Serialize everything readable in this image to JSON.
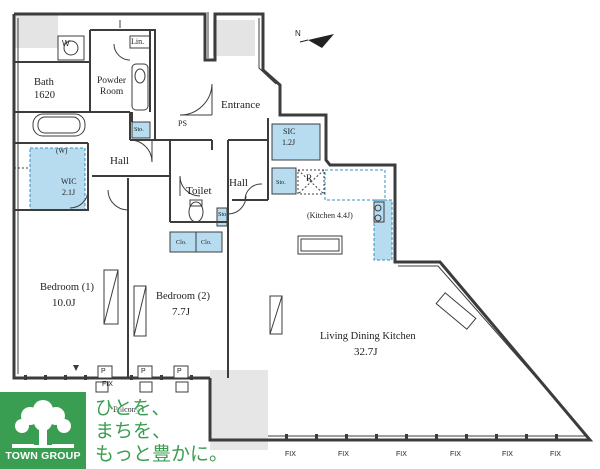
{
  "rooms": {
    "bath": "Bath",
    "bath_size": "1620",
    "powder_room_1": "Powder",
    "powder_room_2": "Room",
    "linen": "Lin.",
    "washer": "W",
    "storage": "Sto.",
    "ps": "PS",
    "entrance": "Entrance",
    "sic": "SIC",
    "sic_size": "1.2J",
    "w_mark": "(W)",
    "wic": "WIC",
    "wic_size": "2.1J",
    "hall": "Hall",
    "toilet": "Toilet",
    "refrigerator": "R",
    "kitchen": "(Kitchen 4.4J)",
    "closet": "Clo.",
    "bedroom1": "Bedroom (1)",
    "bedroom1_size": "10.0J",
    "bedroom2": "Bedroom (2)",
    "bedroom2_size": "7.7J",
    "ldk": "Living Dining Kitchen",
    "ldk_size": "32.7J",
    "pipe": "P",
    "fix": "FIX",
    "balcony": "Balcony"
  },
  "branding": {
    "company": "TOWN GROUP",
    "slogan_line1": "ひとを、",
    "slogan_line2": "まちを、",
    "slogan_line3": "もっと豊かに。"
  },
  "colors": {
    "wall": "#3c3c3c",
    "storage_fill": "#b7dcef",
    "storage_dash": "#3a8fc1",
    "brand_green": "#3a9e52"
  },
  "compass": {
    "label": "N"
  }
}
